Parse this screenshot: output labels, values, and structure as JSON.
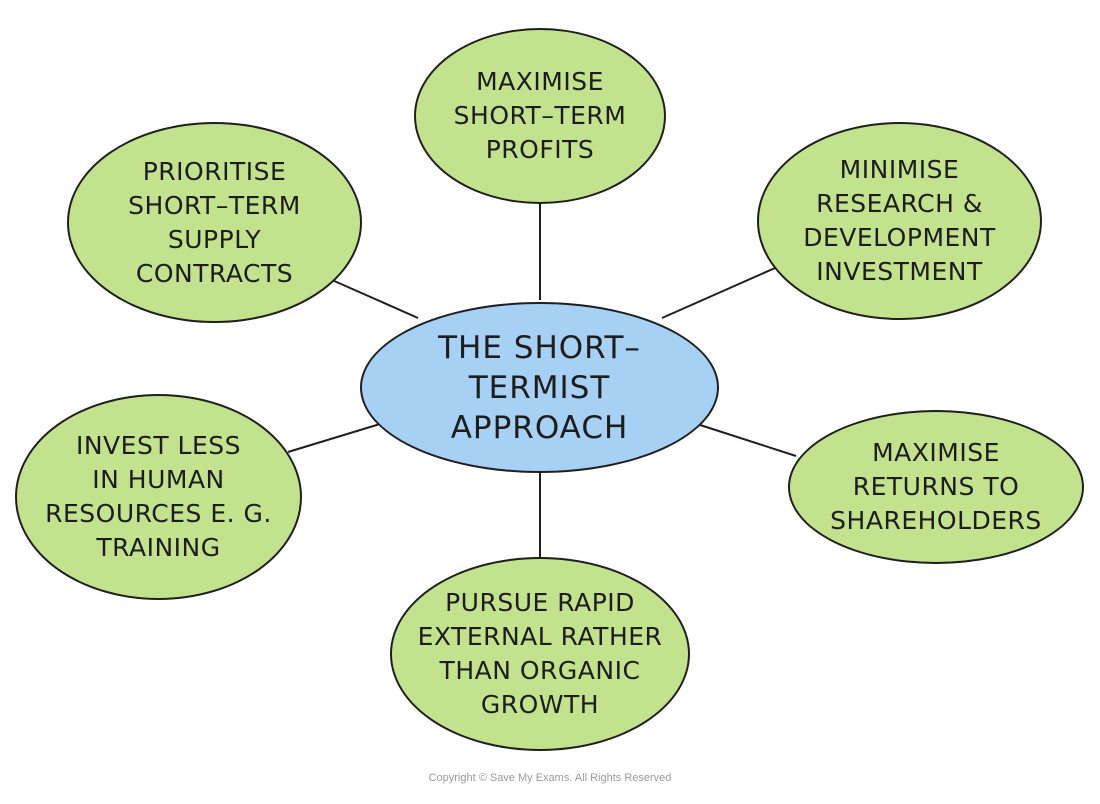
{
  "center": {
    "label": "THE SHORT–\nTERMIST\nAPPROACH",
    "fill": "#a6d1f5"
  },
  "nodes": [
    {
      "id": "top",
      "label": "MAXIMISE\nSHORT–TERM\nPROFITS"
    },
    {
      "id": "top-left",
      "label": "PRIORITISE\nSHORT–TERM\nSUPPLY\nCONTRACTS"
    },
    {
      "id": "top-right",
      "label": "MINIMISE\nRESEARCH &\nDEVELOPMENT\nINVESTMENT"
    },
    {
      "id": "bottom-left",
      "label": "INVEST LESS\nIN HUMAN\nRESOURCES E. G.\nTRAINING"
    },
    {
      "id": "bottom-right",
      "label": "MAXIMISE\nRETURNS TO\nSHAREHOLDERS"
    },
    {
      "id": "bottom",
      "label": "PURSUE RAPID\nEXTERNAL RATHER\nTHAN ORGANIC\nGROWTH"
    }
  ],
  "node_fill": "#c3e28d",
  "watermark": "Save My\nExams",
  "footer": "Copyright © Save My Exams. All Rights Reserved"
}
